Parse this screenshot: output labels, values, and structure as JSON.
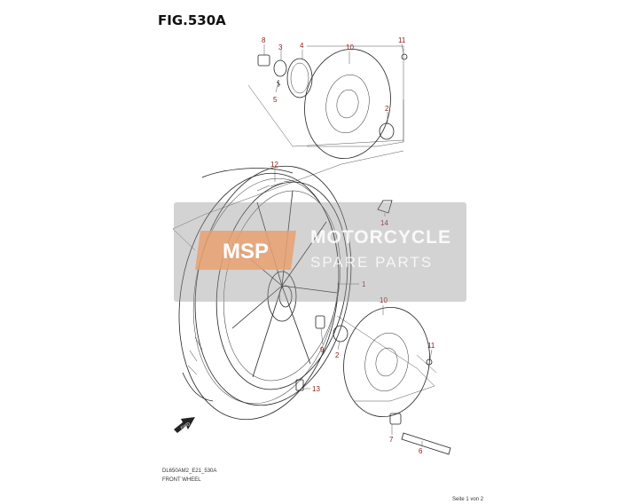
{
  "figure": {
    "title": "FIG.530A",
    "code": "DL650AM2_E21_530A",
    "name": "FRONT WHEEL",
    "page": "Seite 1 von 2"
  },
  "callouts": [
    "8",
    "3",
    "4",
    "5",
    "10",
    "11",
    "2",
    "12",
    "14",
    "1",
    "9",
    "2",
    "10",
    "11",
    "13",
    "7",
    "6"
  ],
  "watermark": {
    "logo": "MSP",
    "line1": "MOTORCYCLE",
    "line2": "SPARE PARTS"
  },
  "fwd_label": "FWD",
  "colors": {
    "callout": "#8b1a1a",
    "line": "#222222",
    "watermark_box": "#969696",
    "watermark_logo": "#e8a070"
  }
}
